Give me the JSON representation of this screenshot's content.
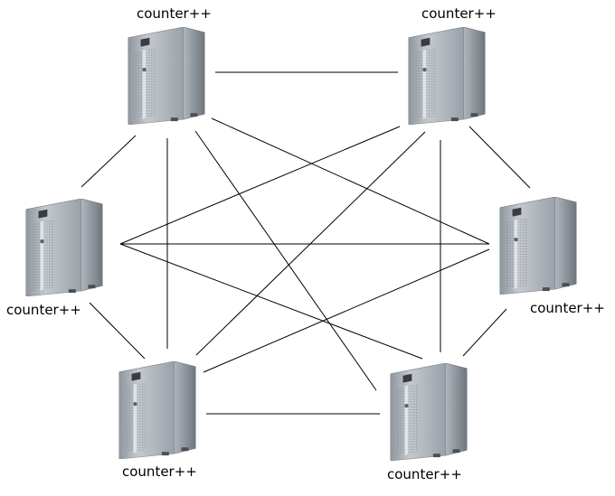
{
  "diagram": {
    "servers": [
      {
        "id": "server-1",
        "label": "counter++",
        "icon": "server-tower-icon"
      },
      {
        "id": "server-2",
        "label": "counter++",
        "icon": "server-tower-icon"
      },
      {
        "id": "server-3",
        "label": "counter++",
        "icon": "server-tower-icon"
      },
      {
        "id": "server-4",
        "label": "counter++",
        "icon": "server-tower-icon"
      },
      {
        "id": "server-5",
        "label": "counter++",
        "icon": "server-tower-icon"
      },
      {
        "id": "server-6",
        "label": "counter++",
        "icon": "server-tower-icon"
      }
    ],
    "connections": [
      [
        "server-1",
        "server-2"
      ],
      [
        "server-1",
        "server-3"
      ],
      [
        "server-1",
        "server-4"
      ],
      [
        "server-1",
        "server-5"
      ],
      [
        "server-1",
        "server-6"
      ],
      [
        "server-2",
        "server-3"
      ],
      [
        "server-2",
        "server-4"
      ],
      [
        "server-2",
        "server-5"
      ],
      [
        "server-2",
        "server-6"
      ],
      [
        "server-3",
        "server-4"
      ],
      [
        "server-3",
        "server-5"
      ],
      [
        "server-3",
        "server-6"
      ],
      [
        "server-4",
        "server-5"
      ],
      [
        "server-4",
        "server-6"
      ],
      [
        "server-5",
        "server-6"
      ]
    ],
    "colors": {
      "line": "#000000",
      "server_body": "#a9b0b7",
      "server_side": "#7d848c"
    }
  }
}
